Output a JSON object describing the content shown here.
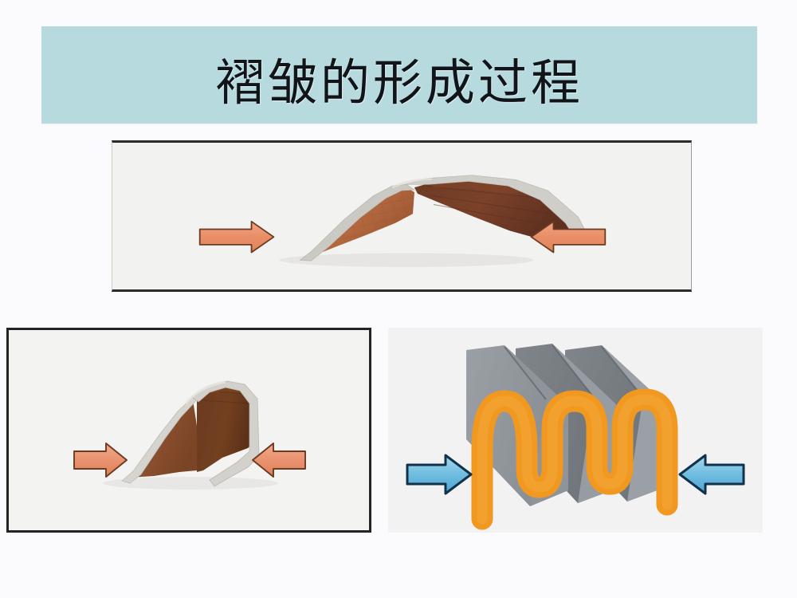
{
  "slide": {
    "background_color": "#fbfbfd",
    "title": {
      "text": "褶皱的形成过程",
      "banner_color": "#b6dade",
      "text_color": "#111418"
    }
  },
  "figures": [
    {
      "id": "fold-photo-wide",
      "position": "top",
      "caption": "",
      "description": "黏土模型褶皱（背斜）俯视照片",
      "background_color": "#f2f2f1",
      "border_color": "#2b2b2b",
      "arrows": [
        {
          "direction": "right",
          "color": "#e89070",
          "outline": "#6b3a22",
          "label": ""
        },
        {
          "direction": "left",
          "color": "#e89070",
          "outline": "#6b3a22",
          "label": ""
        }
      ],
      "model_colors": {
        "cap_layer": "#cfcdc8",
        "left_limb": "#b2663f",
        "right_limb": "#6b3a26",
        "crest_shadow": "#8a4d30"
      }
    },
    {
      "id": "fold-photo-single",
      "position": "bottom-left",
      "caption": "",
      "description": "单一褶皱弯曲模型照片",
      "background_color": "#f3f3f2",
      "border_color": "#232323",
      "arrows": [
        {
          "direction": "right",
          "color": "#e89070",
          "outline": "#6b3a22",
          "label": ""
        },
        {
          "direction": "left",
          "color": "#e89070",
          "outline": "#6b3a22",
          "label": ""
        }
      ],
      "model_colors": {
        "cap_layer": "#d2d0cb",
        "left_limb": "#8a4e2f",
        "right_limb": "#6e3b23"
      }
    },
    {
      "id": "fold-diagram-accordion",
      "position": "bottom-right",
      "caption": "",
      "description": "连续褶皱（背斜向斜相间）示意图",
      "background_color": "#f2f2f3",
      "arrows": [
        {
          "direction": "right",
          "color": "#6fb9de",
          "outline": "#11324a",
          "label": ""
        },
        {
          "direction": "left",
          "color": "#6fb9de",
          "outline": "#11324a",
          "label": ""
        }
      ],
      "model_colors": {
        "rock_layer": "#8e9297",
        "rock_layer_shadow": "#70757a",
        "marker_band": "#f0981f"
      }
    }
  ]
}
